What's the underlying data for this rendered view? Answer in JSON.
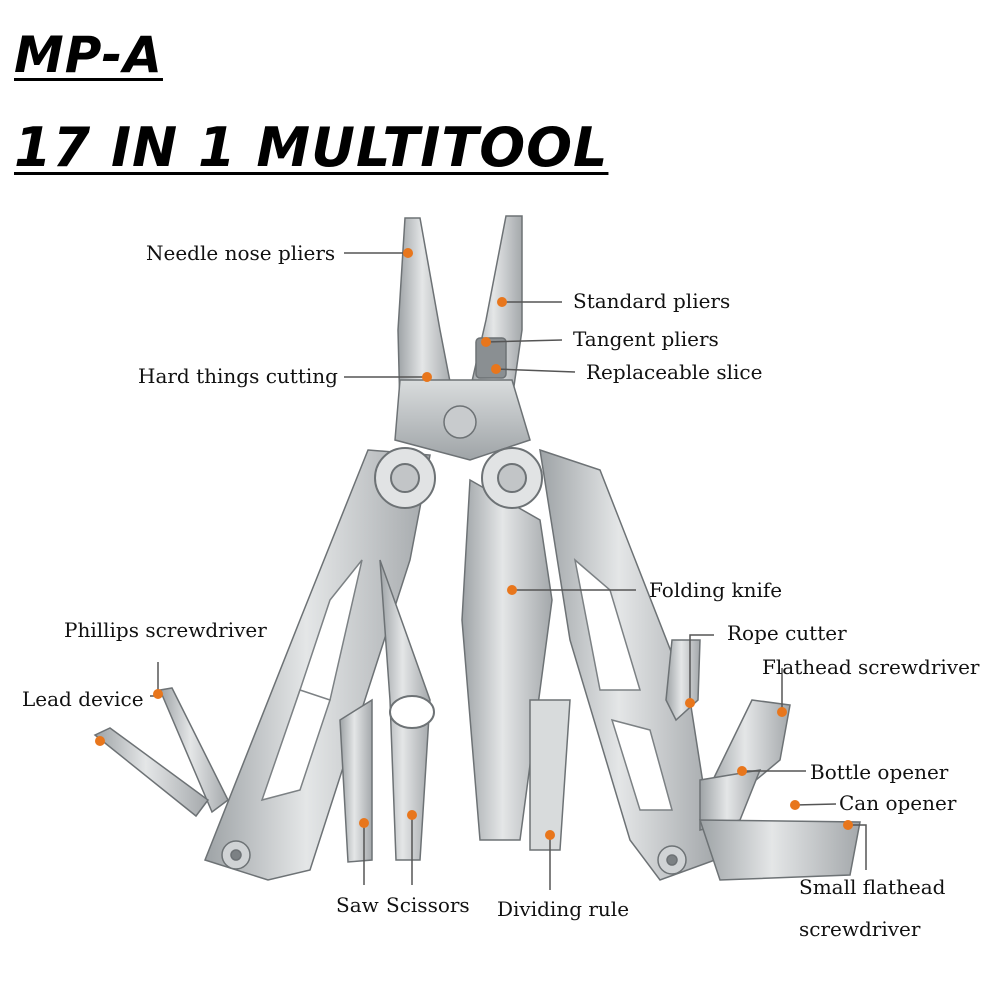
{
  "title_line1": "MP-A",
  "title_line2": "17 IN 1 MULTITOOL",
  "accent_color": "#e8761c",
  "labels": {
    "needle_nose_pliers": "Needle nose pliers",
    "standard_pliers": "Standard pliers",
    "tangent_pliers": "Tangent pliers",
    "replaceable_slice": "Replaceable slice",
    "hard_things_cutting": "Hard things cutting",
    "folding_knife": "Folding knife",
    "phillips_screwdriver": "Phillips screwdriver",
    "rope_cutter": "Rope cutter",
    "flathead_screwdriver": "Flathead screwdriver",
    "lead_device": "Lead device",
    "bottle_opener": "Bottle opener",
    "can_opener": "Can opener",
    "small_flathead_line1": "Small flathead",
    "small_flathead_line2": "screwdriver",
    "saw": "Saw",
    "scissors": "Scissors",
    "dividing_rule": "Dividing rule"
  }
}
